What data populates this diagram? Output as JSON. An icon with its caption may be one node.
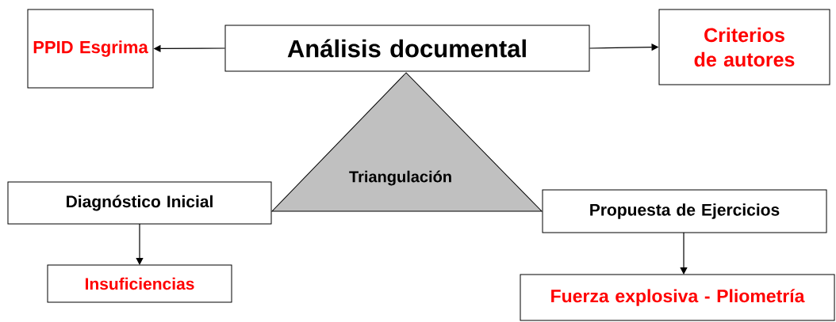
{
  "diagram": {
    "nodes": [
      {
        "text": [
          "Análisis documental"
        ]
      },
      {
        "text": [
          "PPID Esgrima"
        ]
      },
      {
        "text": [
          "Criterios de autores"
        ]
      },
      {
        "text": [
          "Triangulación"
        ]
      },
      {
        "text": [
          "Diagnóstico Inicial"
        ]
      },
      {
        "text": [
          "Insuficiencias"
        ]
      },
      {
        "text": [
          "Propuesta de Ejercicios"
        ]
      },
      {
        "text": [
          "Fuerza explosiva - Pliometría"
        ]
      }
    ],
    "edges": [
      {
        "from": 0,
        "to": 1,
        "arrow": "to"
      },
      {
        "from": 0,
        "to": 2,
        "arrow": "to"
      },
      {
        "from": 4,
        "to": 5,
        "arrow": "to"
      },
      {
        "from": 6,
        "to": 7,
        "arrow": "to"
      }
    ]
  }
}
